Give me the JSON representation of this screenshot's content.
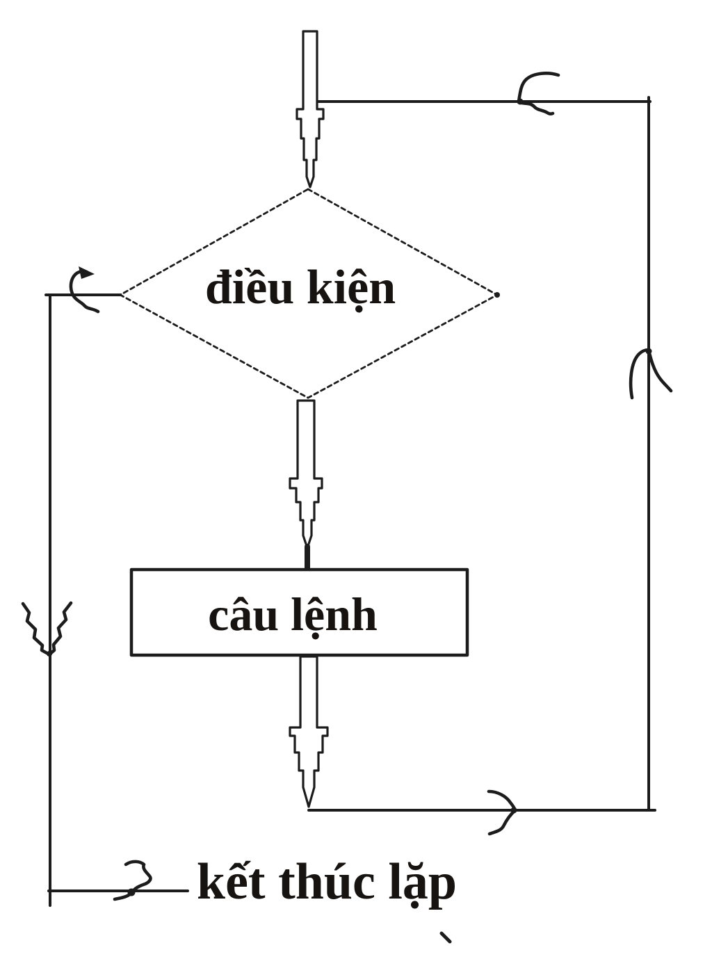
{
  "diagram": {
    "type": "flowchart",
    "description": "hand-drawn while-loop flowchart with a condition diamond, statement box and loop-back lines",
    "nodes": {
      "condition": {
        "label": "điều kiện",
        "shape": "diamond"
      },
      "statement": {
        "label": "câu lệnh",
        "shape": "rectangle"
      },
      "loop_end": {
        "label": "kết thúc lặp",
        "shape": "text-label"
      }
    },
    "edges": {
      "entry": "top block arrow into condition",
      "true_branch": "condition down to statement (block arrow)",
      "loop_back": "statement bottom right line up back to entry",
      "false_branch": "condition left line down to loop end"
    },
    "colors": {
      "ink": "#1c1c1c",
      "text": "#171310",
      "background": "#ffffff"
    }
  }
}
